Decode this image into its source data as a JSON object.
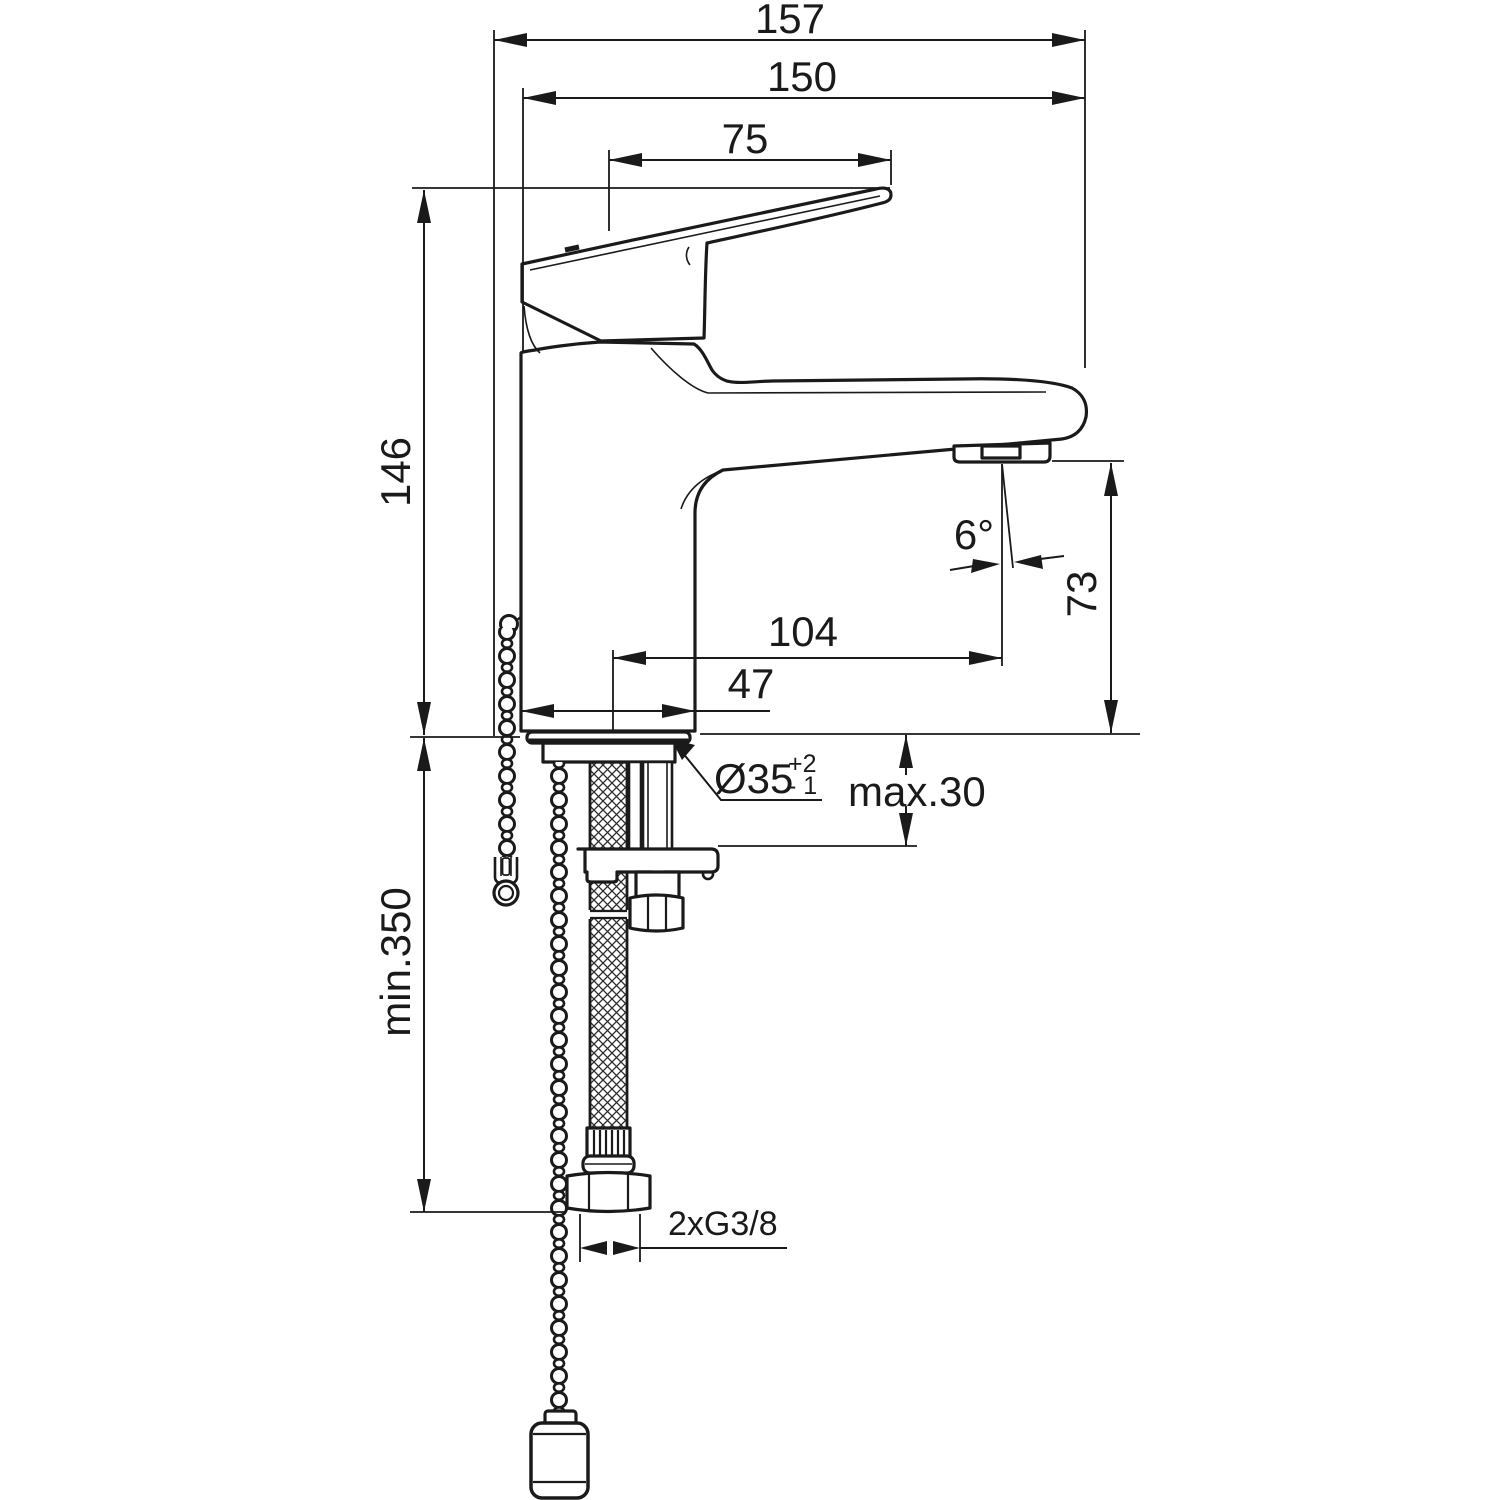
{
  "drawing": {
    "background": "#ffffff",
    "line_color": "#1a1a1a"
  },
  "dimensions": {
    "total_depth": "157",
    "body_depth": "150",
    "handle_projection": "75",
    "height_above_deck": "146",
    "outlet_height": "73",
    "outlet_angle": "6°",
    "spout_projection": "104",
    "base_depth": "47",
    "hole_diameter": "Ø35",
    "hole_tolerance_plus": "+2",
    "hole_tolerance_minus": "- 1",
    "max_deck_thickness": "max.30",
    "min_hose_length": "min.350",
    "supply_connection": "2xG3/8"
  }
}
